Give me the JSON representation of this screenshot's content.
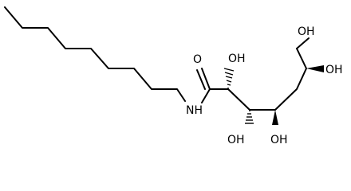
{
  "atoms": {
    "o_carbonyl": "O",
    "n_amide": "NH",
    "oh_c2": "OH",
    "oh_c3": "OH",
    "oh_c4": "OH",
    "oh_c5": "OH",
    "oh_c6": "OH"
  }
}
